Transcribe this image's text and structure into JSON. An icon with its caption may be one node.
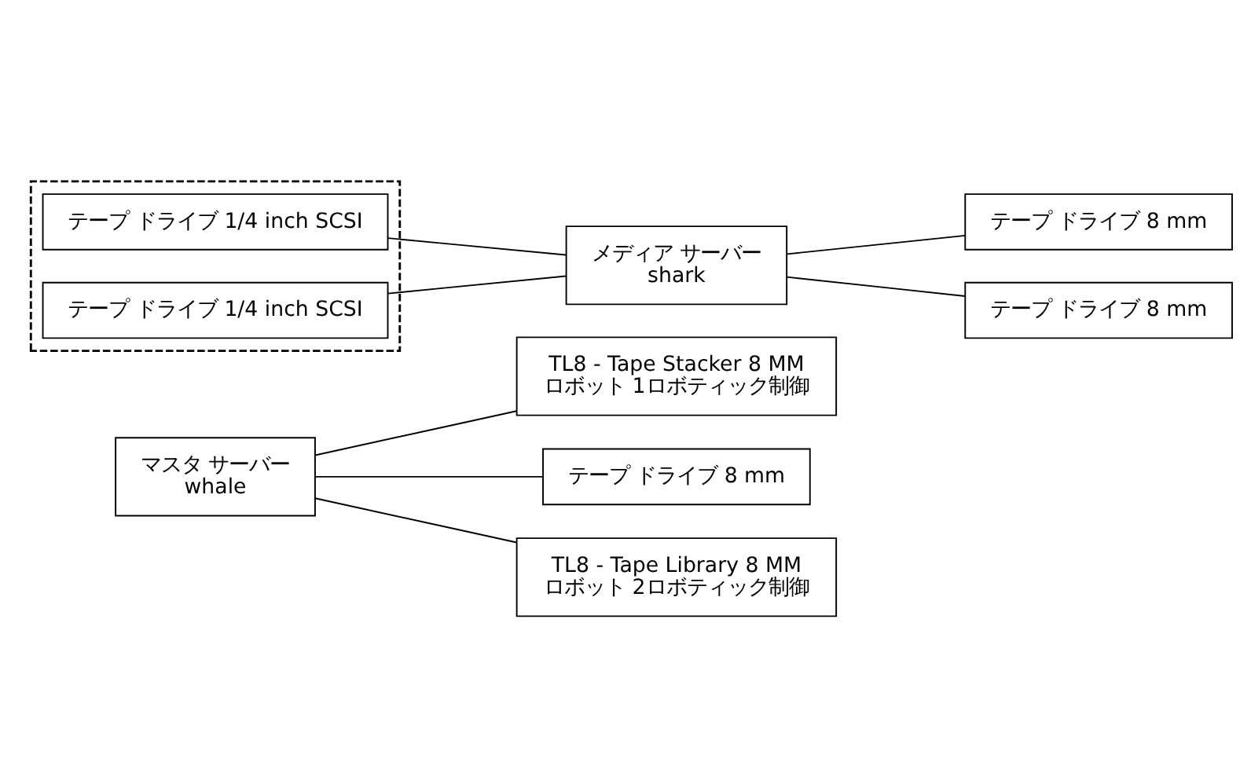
{
  "diagram": {
    "nodes": [
      {
        "text": [
          "マスタ サーバー",
          "whale"
        ]
      },
      {
        "text": [
          "TL8 - Tape Stacker 8 MM",
          "ロボット 1ロボティック制御"
        ]
      },
      {
        "text": [
          "テープ ドライブ 8 mm"
        ]
      },
      {
        "text": [
          "TL8 - Tape Library 8 MM",
          "ロボット 2ロボティック制御"
        ]
      },
      {
        "text": [
          "テープ ドライブ 8 mm"
        ]
      },
      {
        "text": [
          "テープ ドライブ 8 mm"
        ]
      },
      {
        "text": [
          "メディア サーバー",
          "shark"
        ]
      },
      {
        "text": [],
        "shape": "box"
      },
      {
        "text": [
          "テープ ドライブ 1/4 inch SCSI"
        ],
        "in": 7
      },
      {
        "text": [
          "テープ ドライブ 1/4 inch SCSI"
        ],
        "in": 7
      }
    ],
    "edges": [
      {
        "from": 0,
        "to": 1,
        "arrow": "none"
      },
      {
        "from": 0,
        "to": 2,
        "arrow": "none"
      },
      {
        "from": 0,
        "to": 3,
        "arrow": "none"
      },
      {
        "from": 6,
        "to": 4,
        "arrow": "none"
      },
      {
        "from": 6,
        "to": 5,
        "arrow": "none"
      },
      {
        "from": 8,
        "to": 6,
        "arrow": "none"
      },
      {
        "from": 9,
        "to": 6,
        "arrow": "none"
      }
    ]
  }
}
